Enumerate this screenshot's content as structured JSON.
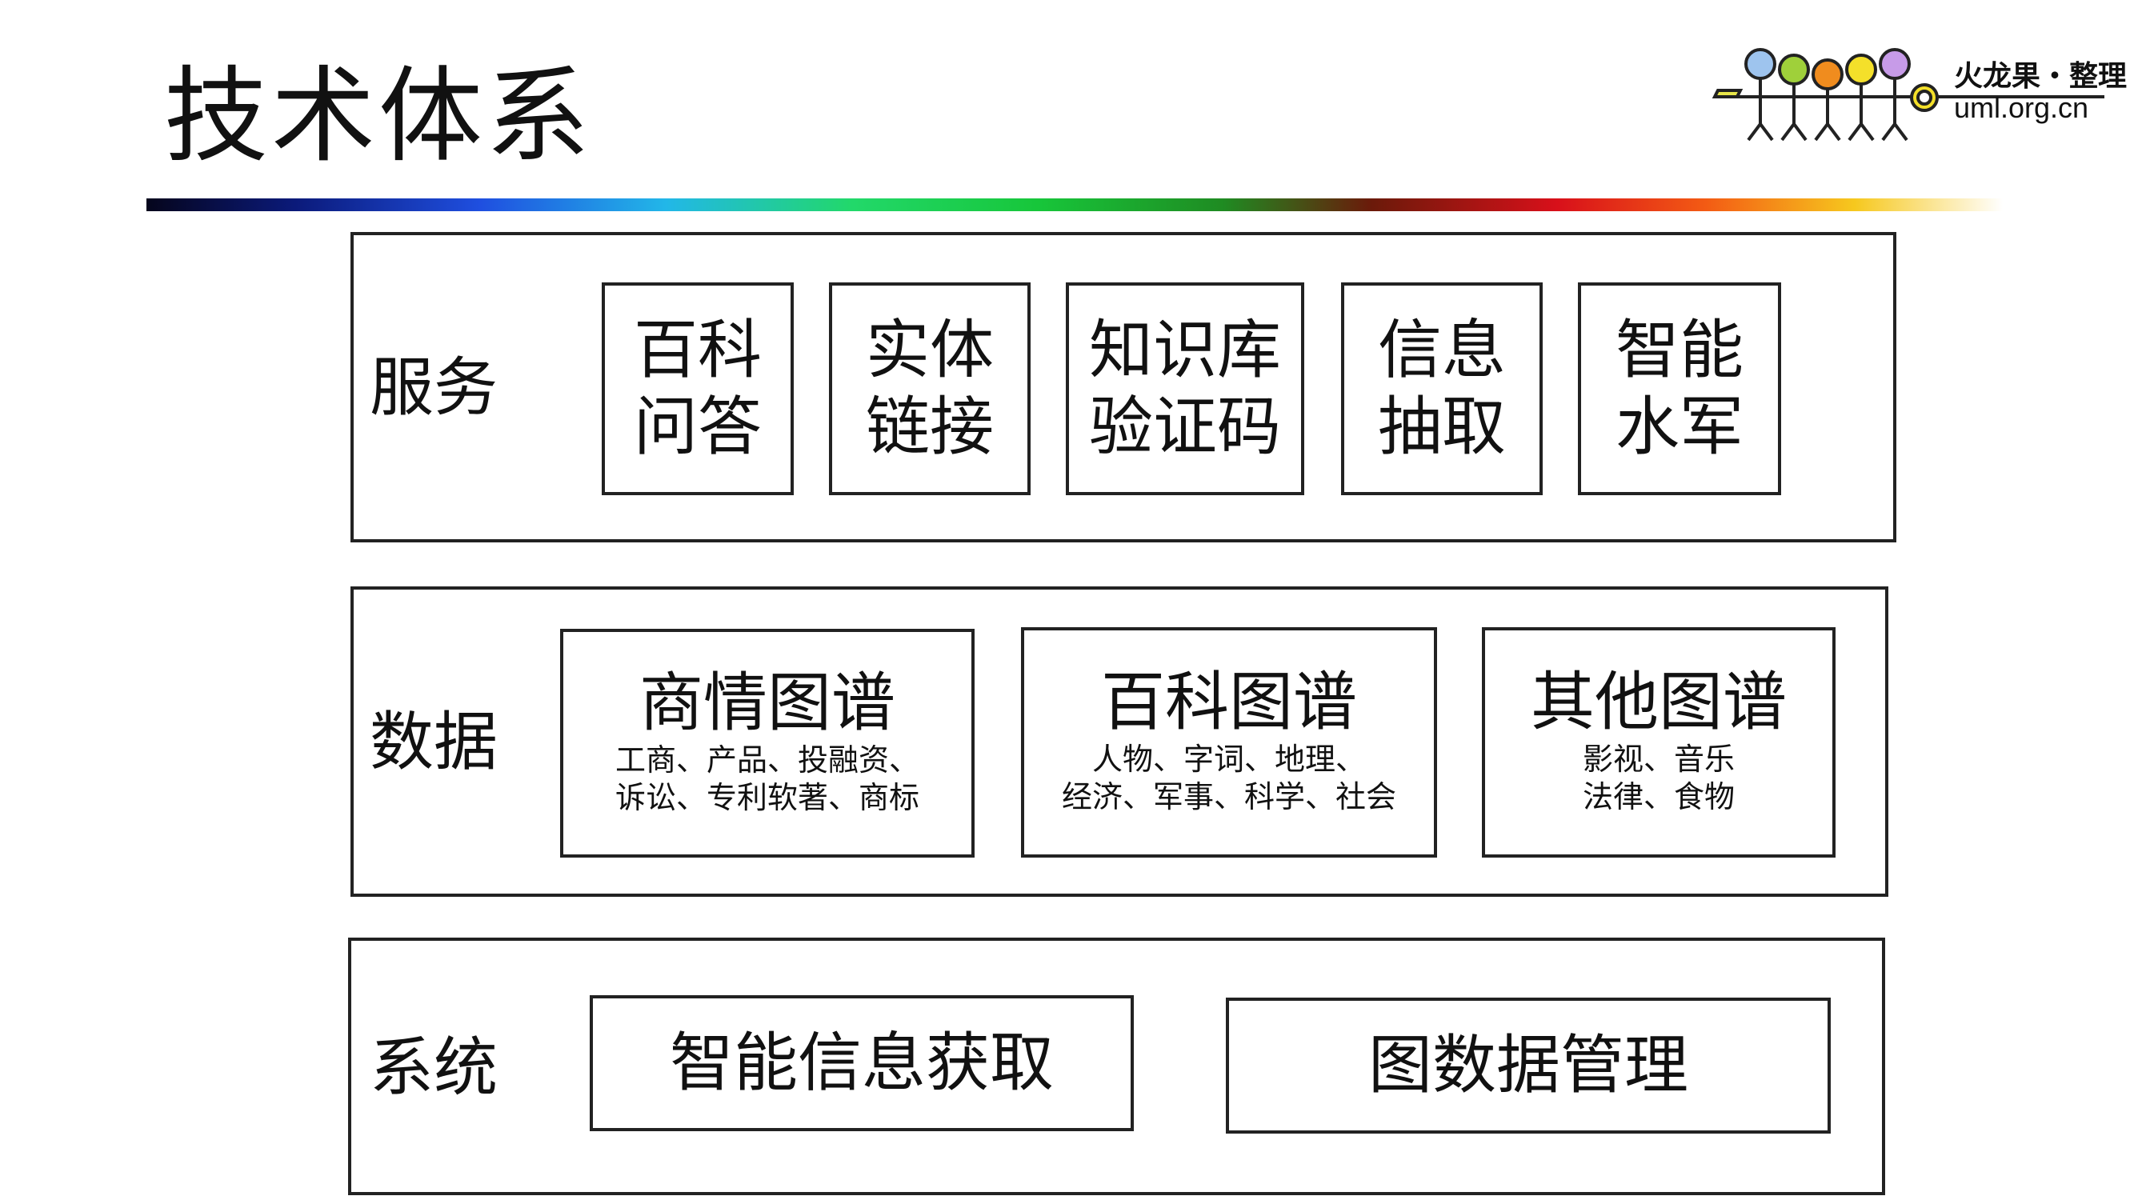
{
  "page": {
    "title": "技术体系"
  },
  "logo": {
    "line1": "火龙果・整理",
    "line2": "uml.org.cn"
  },
  "layers": {
    "service": {
      "label": "服务",
      "items": [
        "百科\n问答",
        "实体\n链接",
        "知识库\n验证码",
        "信息\n抽取",
        "智能\n水军"
      ]
    },
    "data": {
      "label": "数据",
      "items": [
        {
          "title": "商情图谱",
          "desc": "工商、产品、投融资、\n诉讼、专利软著、商标"
        },
        {
          "title": "百科图谱",
          "desc": "人物、字词、地理、\n经济、军事、科学、社会"
        },
        {
          "title": "其他图谱",
          "desc": "影视、音乐\n法律、食物"
        }
      ]
    },
    "system": {
      "label": "系统",
      "items": [
        "智能信息获取",
        "图数据管理"
      ]
    }
  }
}
